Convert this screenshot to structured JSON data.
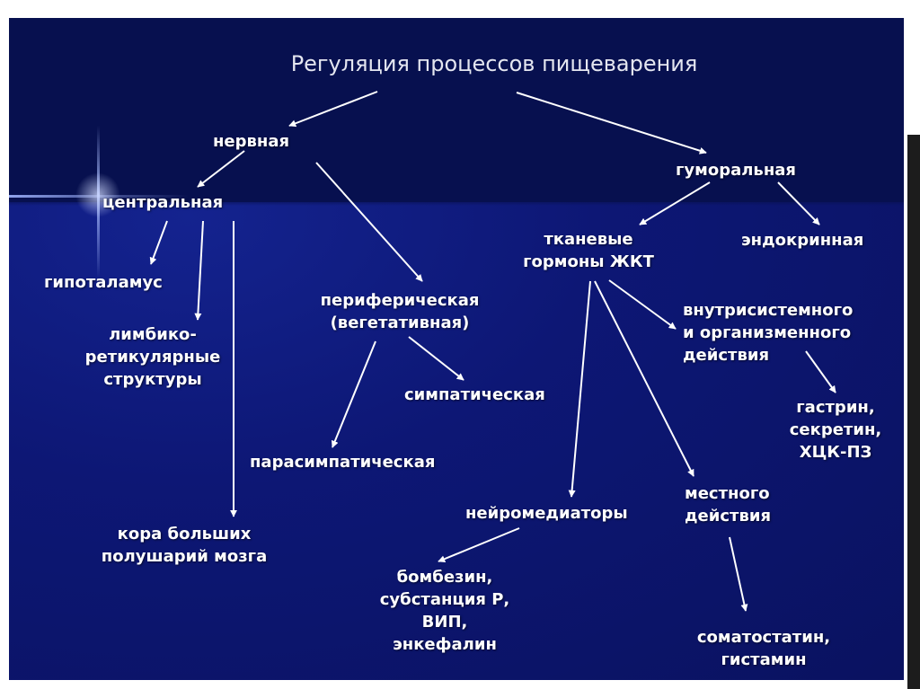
{
  "title": "Регуляция процессов пищеварения",
  "nodes": {
    "nervous": "нервная",
    "humoral": "гуморальная",
    "central": "центральная",
    "hypothalamus": "гипоталамус",
    "limbic": [
      "лимбико-",
      "ретикулярные",
      "структуры"
    ],
    "cortex": [
      "кора больших",
      "полушарий мозга"
    ],
    "peripheral": [
      "периферическая",
      "(вегетативная)"
    ],
    "sympathetic": "симпатическая",
    "parasympathetic": "парасимпатическая",
    "tissue_hormones": [
      "тканевые",
      "гормоны ЖКТ"
    ],
    "endocrine": "эндокринная",
    "intrasystem": [
      "внутрисистемного",
      "и организменного",
      "действия"
    ],
    "gastrin_group": [
      "гастрин,",
      "секретин,",
      "ХЦК-ПЗ"
    ],
    "local_action": [
      "местного",
      "действия"
    ],
    "neuromediators": "нейромедиаторы",
    "bombesin_group": [
      "бомбезин,",
      "субстанция Р,",
      "ВИП,",
      "энкефалин"
    ],
    "somatostatin_group": [
      "соматостатин,",
      "гистамин"
    ]
  },
  "edges": [
    [
      "title",
      "nervous"
    ],
    [
      "title",
      "humoral"
    ],
    [
      "nervous",
      "central"
    ],
    [
      "nervous",
      "peripheral"
    ],
    [
      "central",
      "hypothalamus"
    ],
    [
      "central",
      "limbic"
    ],
    [
      "central",
      "cortex"
    ],
    [
      "peripheral",
      "sympathetic"
    ],
    [
      "peripheral",
      "parasympathetic"
    ],
    [
      "humoral",
      "tissue_hormones"
    ],
    [
      "humoral",
      "endocrine"
    ],
    [
      "tissue_hormones",
      "intrasystem"
    ],
    [
      "tissue_hormones",
      "neuromediators"
    ],
    [
      "tissue_hormones",
      "local_action"
    ],
    [
      "intrasystem",
      "gastrin_group"
    ],
    [
      "neuromediators",
      "bombesin_group"
    ],
    [
      "local_action",
      "somatostatin_group"
    ]
  ]
}
